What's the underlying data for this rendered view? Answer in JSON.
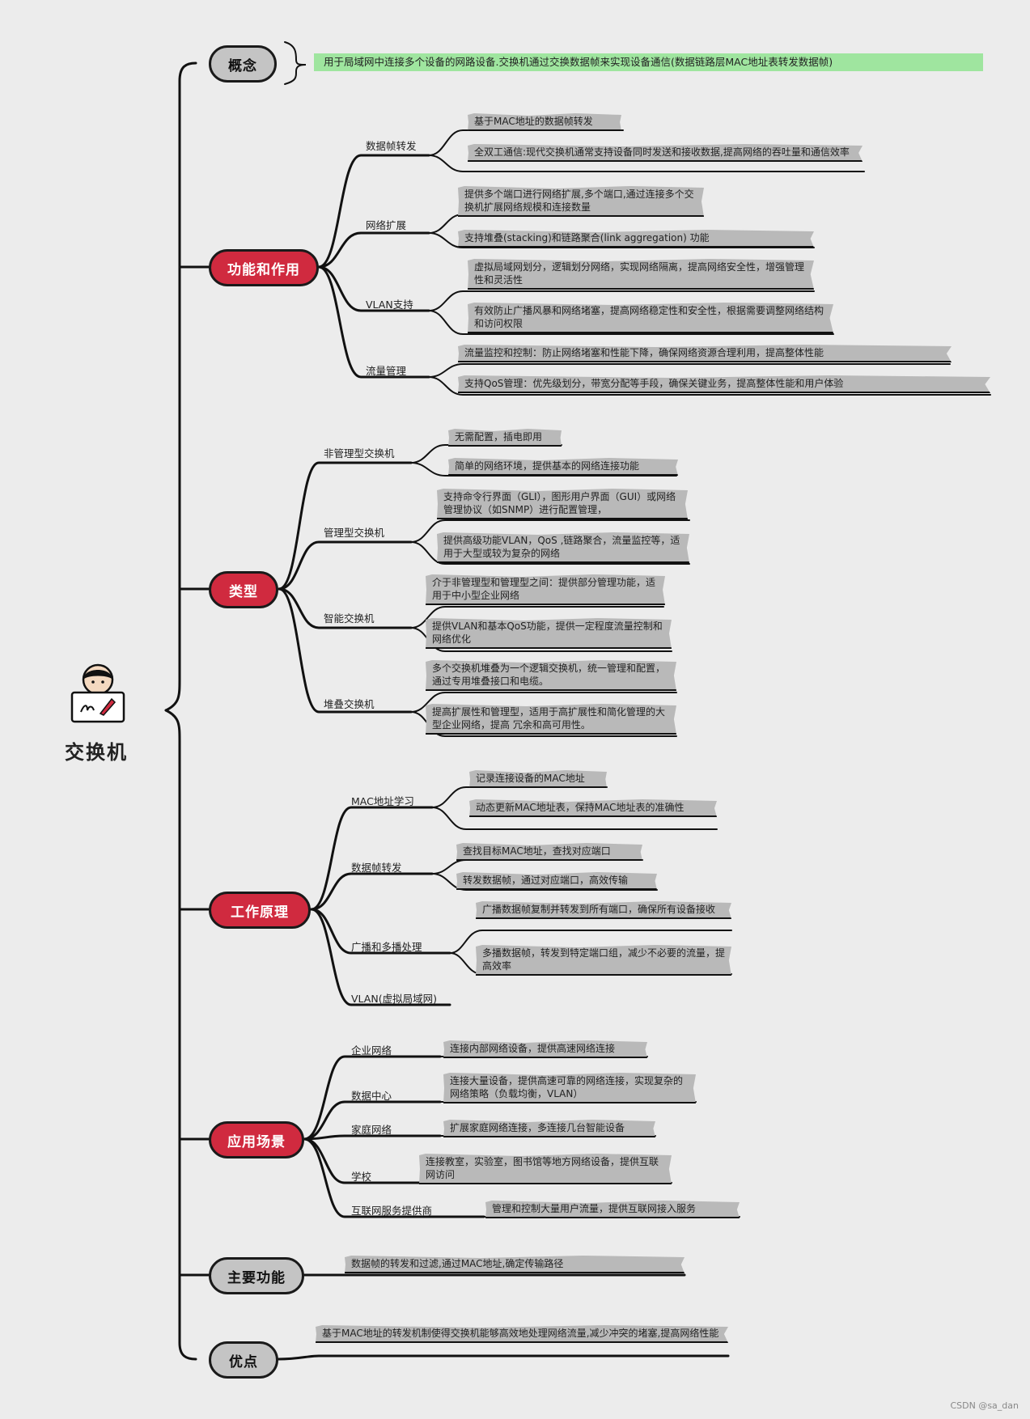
{
  "root": {
    "title": "交换机"
  },
  "concept": {
    "label": "概念",
    "text": "用于局域网中连接多个设备的网路设备.交换机通过交换数据帧来实现设备通信(数据链路层MAC地址表转发数据帧)"
  },
  "functions": {
    "label": "功能和作用",
    "groups": [
      {
        "label": "数据帧转发",
        "items": [
          "基于MAC地址的数据帧转发",
          "全双工通信:现代交换机通常支持设备同时发送和接收数据,提高网络的吞吐量和通信效率"
        ]
      },
      {
        "label": "网络扩展",
        "items": [
          "提供多个端口进行网络扩展,多个端口,通过连接多个交换机扩展网络规模和连接数量",
          "支持堆叠(stacking)和链路聚合(link aggregation) 功能"
        ]
      },
      {
        "label": "VLAN支持",
        "items": [
          "虚拟局域网划分，逻辑划分网络，实现网络隔离，提高网络安全性，增强管理性和灵活性",
          "有效防止广播风暴和网络堵塞，提高网络稳定性和安全性，根据需要调整网络结构和访问权限"
        ]
      },
      {
        "label": "流量管理",
        "items": [
          "流量监控和控制：防止网络堵塞和性能下降，确保网络资源合理利用，提高整体性能",
          "支持QoS管理：优先级划分，带宽分配等手段，确保关键业务，提高整体性能和用户体验"
        ]
      }
    ]
  },
  "types": {
    "label": "类型",
    "groups": [
      {
        "label": "非管理型交换机",
        "items": [
          "无需配置，插电即用",
          "简单的网络环境，提供基本的网络连接功能"
        ]
      },
      {
        "label": "管理型交换机",
        "items": [
          "支持命令行界面（GLI），图形用户界面（GUI）或网络管理协议（如SNMP）进行配置管理，",
          "提供高级功能VLAN，QoS ,链路聚合，流量监控等，适用于大型或较为复杂的网络"
        ]
      },
      {
        "label": "智能交换机",
        "items": [
          "介于非管理型和管理型之间：提供部分管理功能，适用于中小型企业网络",
          "提供VLAN和基本QoS功能，提供一定程度流量控制和网络优化"
        ]
      },
      {
        "label": "堆叠交换机",
        "items": [
          "多个交换机堆叠为一个逻辑交换机，统一管理和配置，通过专用堆叠接口和电缆。",
          "提高扩展性和管理型，适用于高扩展性和简化管理的大型企业网络，提高 冗余和高可用性。"
        ]
      }
    ]
  },
  "principle": {
    "label": "工作原理",
    "groups": [
      {
        "label": "MAC地址学习",
        "items": [
          "记录连接设备的MAC地址",
          "动态更新MAC地址表，保持MAC地址表的准确性"
        ]
      },
      {
        "label": "数据帧转发",
        "items": [
          "查找目标MAC地址，查找对应端口",
          "转发数据帧，通过对应端口，高效传输"
        ]
      },
      {
        "label": "广播和多播处理",
        "items": [
          "广播数据帧复制并转发到所有端口，确保所有设备接收",
          "多播数据帧，转发到特定端口组，减少不必要的流量，提高效率"
        ]
      },
      {
        "label": "VLAN(虚拟局域网)",
        "items": []
      }
    ]
  },
  "scenarios": {
    "label": "应用场景",
    "groups": [
      {
        "label": "企业网络",
        "items": [
          "连接内部网络设备，提供高速网络连接"
        ]
      },
      {
        "label": "数据中心",
        "items": [
          "连接大量设备，提供高速可靠的网络连接，实现复杂的网络策略（负载均衡，VLAN）"
        ]
      },
      {
        "label": "家庭网络",
        "items": [
          "扩展家庭网络连接，多连接几台智能设备"
        ]
      },
      {
        "label": "学校",
        "items": [
          "连接教室，实验室，图书馆等地方网络设备，提供互联网访问"
        ]
      },
      {
        "label": "互联网服务提供商",
        "items": [
          "管理和控制大量用户流量，提供互联网接入服务"
        ]
      }
    ]
  },
  "main_function": {
    "label": "主要功能",
    "text": "数据帧的转发和过滤,通过MAC地址,确定传输路径"
  },
  "advantage": {
    "label": "优点",
    "text": "基于MAC地址的转发机制使得交换机能够高效地处理网络流量,减少冲突的堵塞,提高网络性能"
  },
  "watermark": "CSDN @sa_dan"
}
